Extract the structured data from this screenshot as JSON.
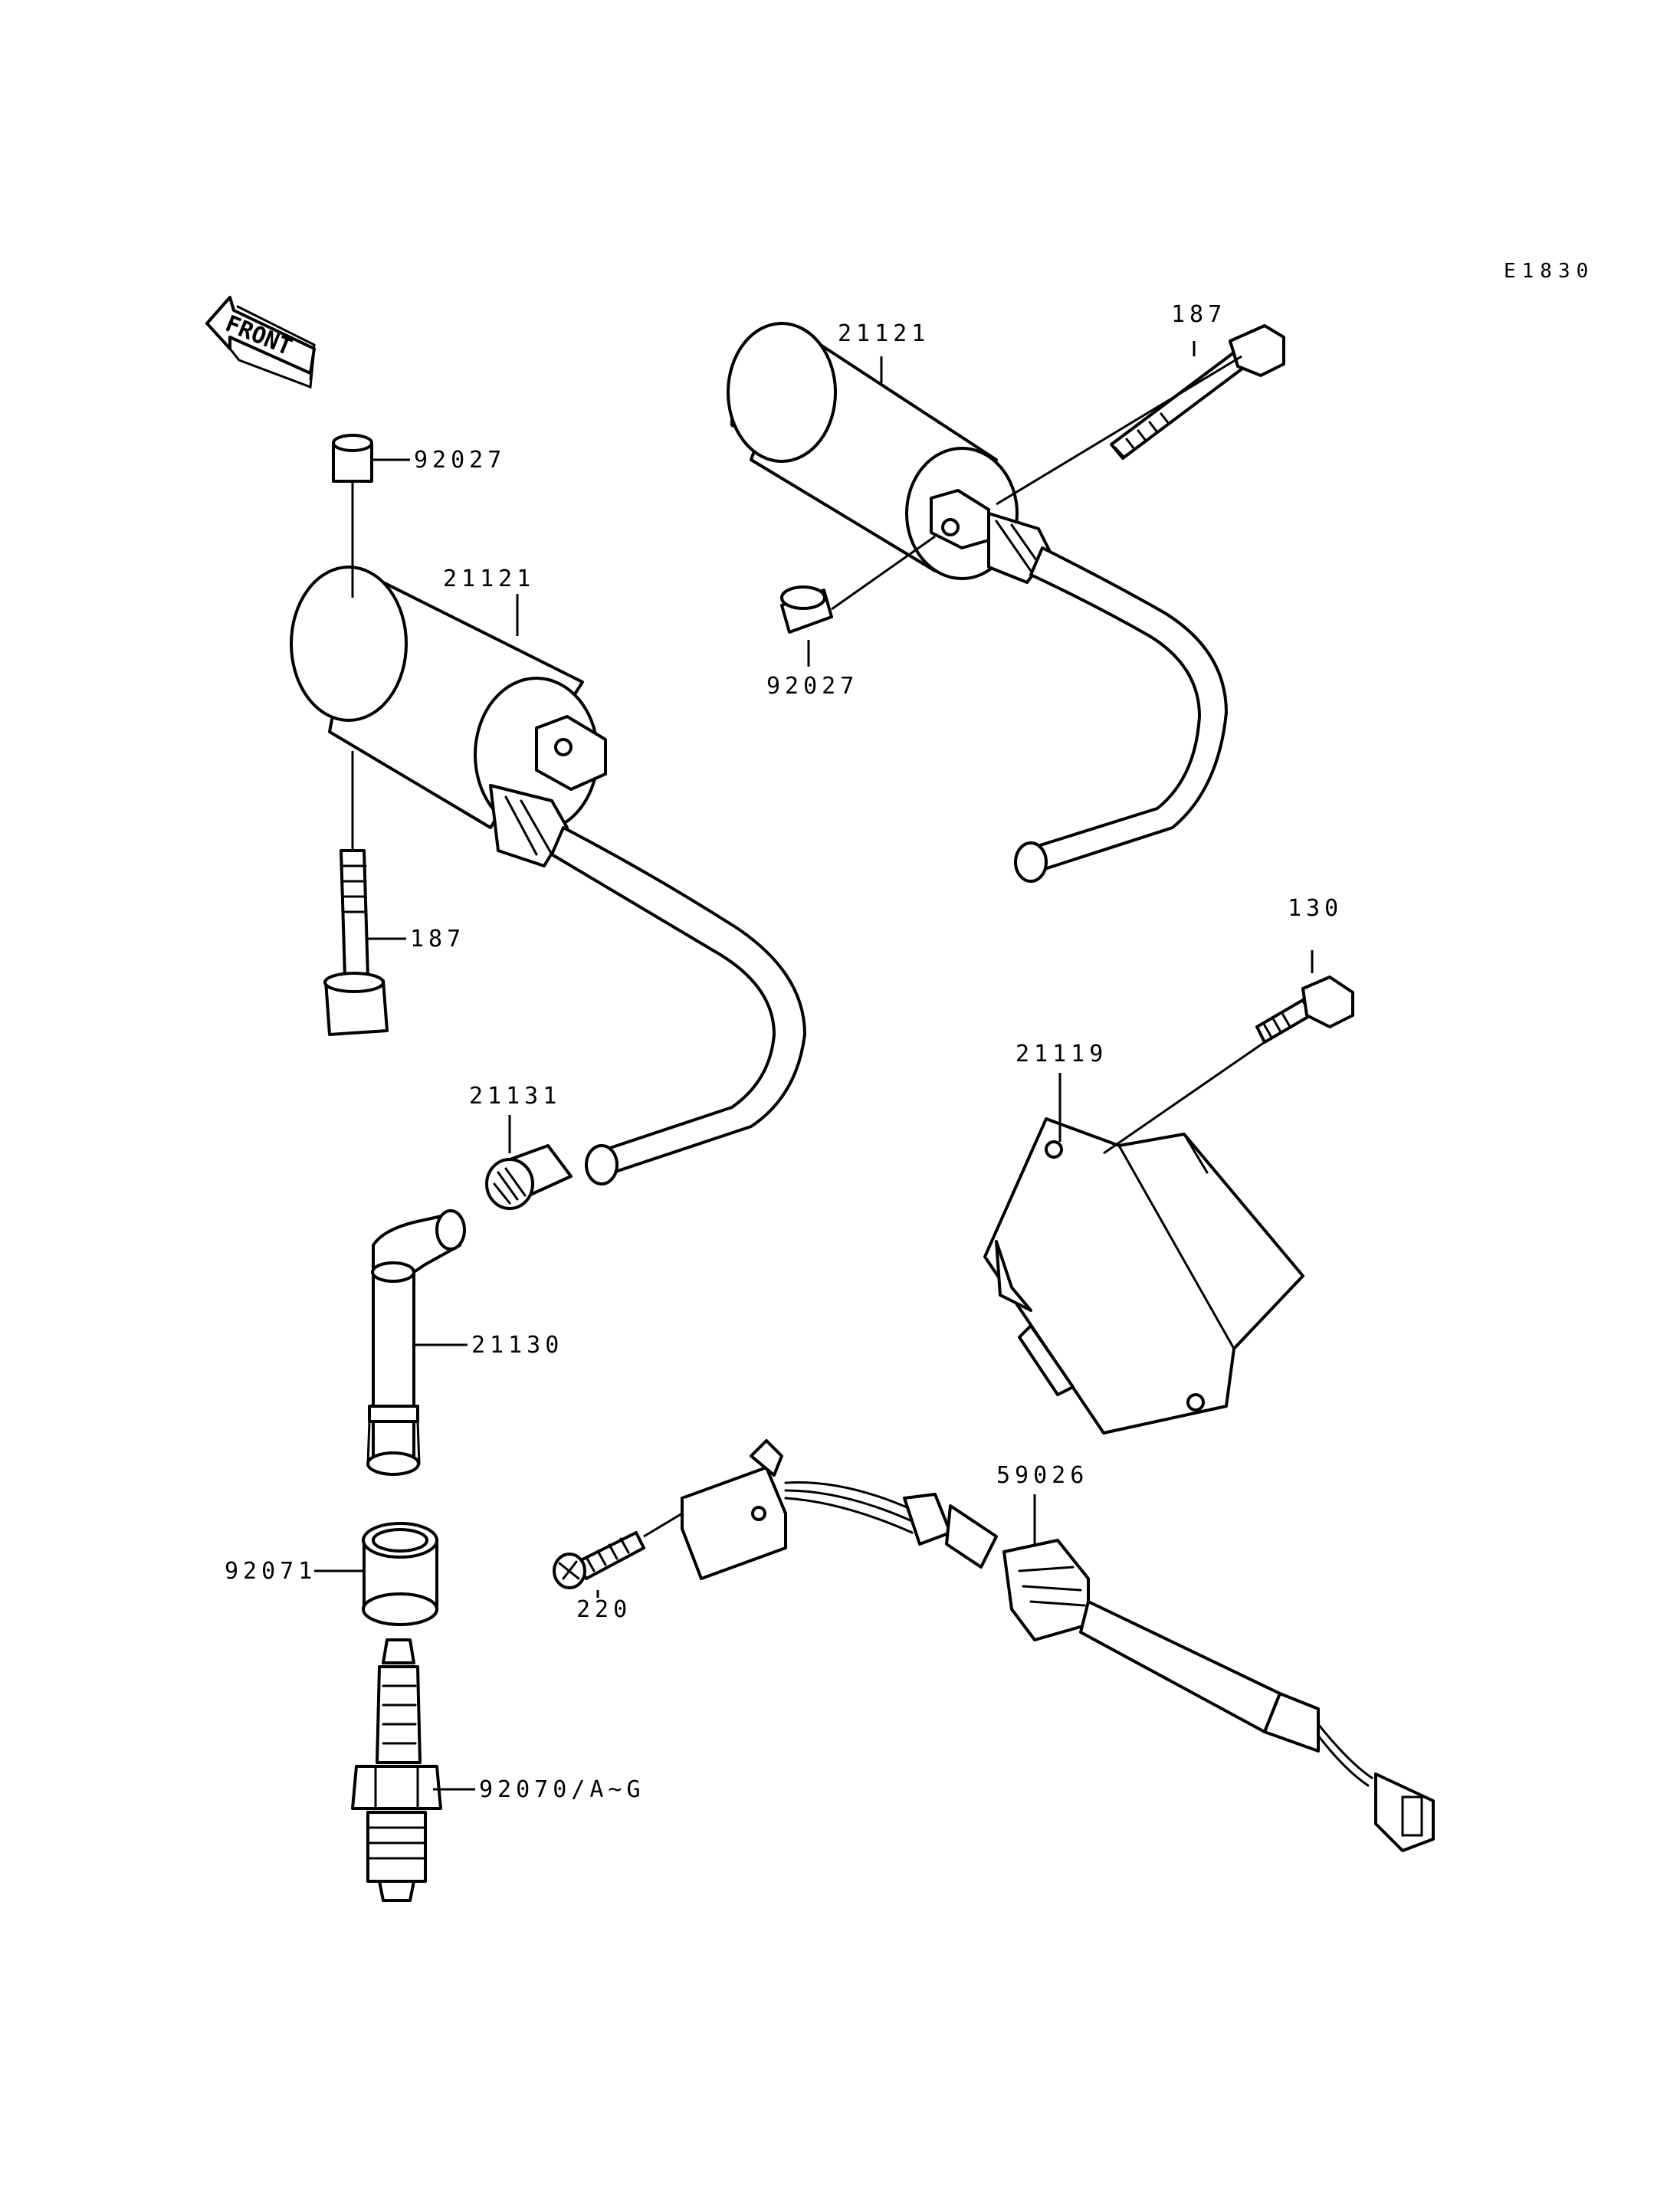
{
  "diagram_code": "E1830",
  "front_label": "FRONT",
  "labels": {
    "coil_right": "21121",
    "bolt_right": "187",
    "collar_right": "92027",
    "collar_left": "92027",
    "coil_left": "21121",
    "bolt_left": "187",
    "bolt_130": "130",
    "igniter": "21119",
    "cap_21131": "21131",
    "plug_cap": "21130",
    "rubber_cap": "92071",
    "spark_plug": "92070/A~G",
    "pickup_connector": "59026",
    "screw_220": "220"
  }
}
